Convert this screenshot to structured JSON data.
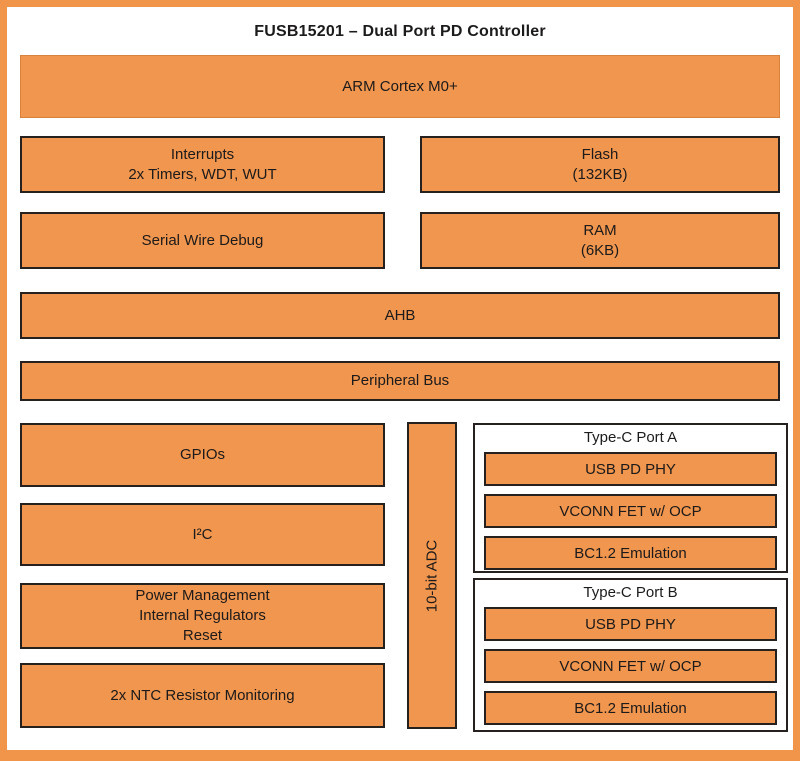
{
  "colors": {
    "block_fill": "#F0964E",
    "frame_border": "#F0954A",
    "block_border": "#26211F",
    "arm_block_border": "#D9823E",
    "text": "#1C1A1A"
  },
  "title": "FUSB15201 – Dual Port PD Controller",
  "diagram": {
    "arm": {
      "label": "ARM Cortex M0+"
    },
    "interrupts": {
      "lines": [
        "Interrupts",
        "2x Timers, WDT, WUT"
      ]
    },
    "flash": {
      "lines": [
        "Flash",
        "(132KB)"
      ]
    },
    "serial_wire_debug": {
      "label": "Serial Wire Debug"
    },
    "ram": {
      "lines": [
        "RAM",
        "(6KB)"
      ]
    },
    "ahb": {
      "label": "AHB"
    },
    "peripheral_bus": {
      "label": "Peripheral Bus"
    },
    "gpios": {
      "label": "GPIOs"
    },
    "i2c": {
      "label": "I²C"
    },
    "power_management": {
      "lines": [
        "Power Management",
        "Internal Regulators",
        "Reset"
      ]
    },
    "ntc_monitoring": {
      "label": "2x NTC Resistor Monitoring"
    },
    "adc": {
      "label": "10-bit ADC"
    },
    "ports": [
      {
        "title": "Type-C Port A",
        "items": [
          "USB PD PHY",
          "VCONN FET w/ OCP",
          "BC1.2 Emulation"
        ]
      },
      {
        "title": "Type-C Port B",
        "items": [
          "USB PD PHY",
          "VCONN FET w/ OCP",
          "BC1.2 Emulation"
        ]
      }
    ]
  }
}
